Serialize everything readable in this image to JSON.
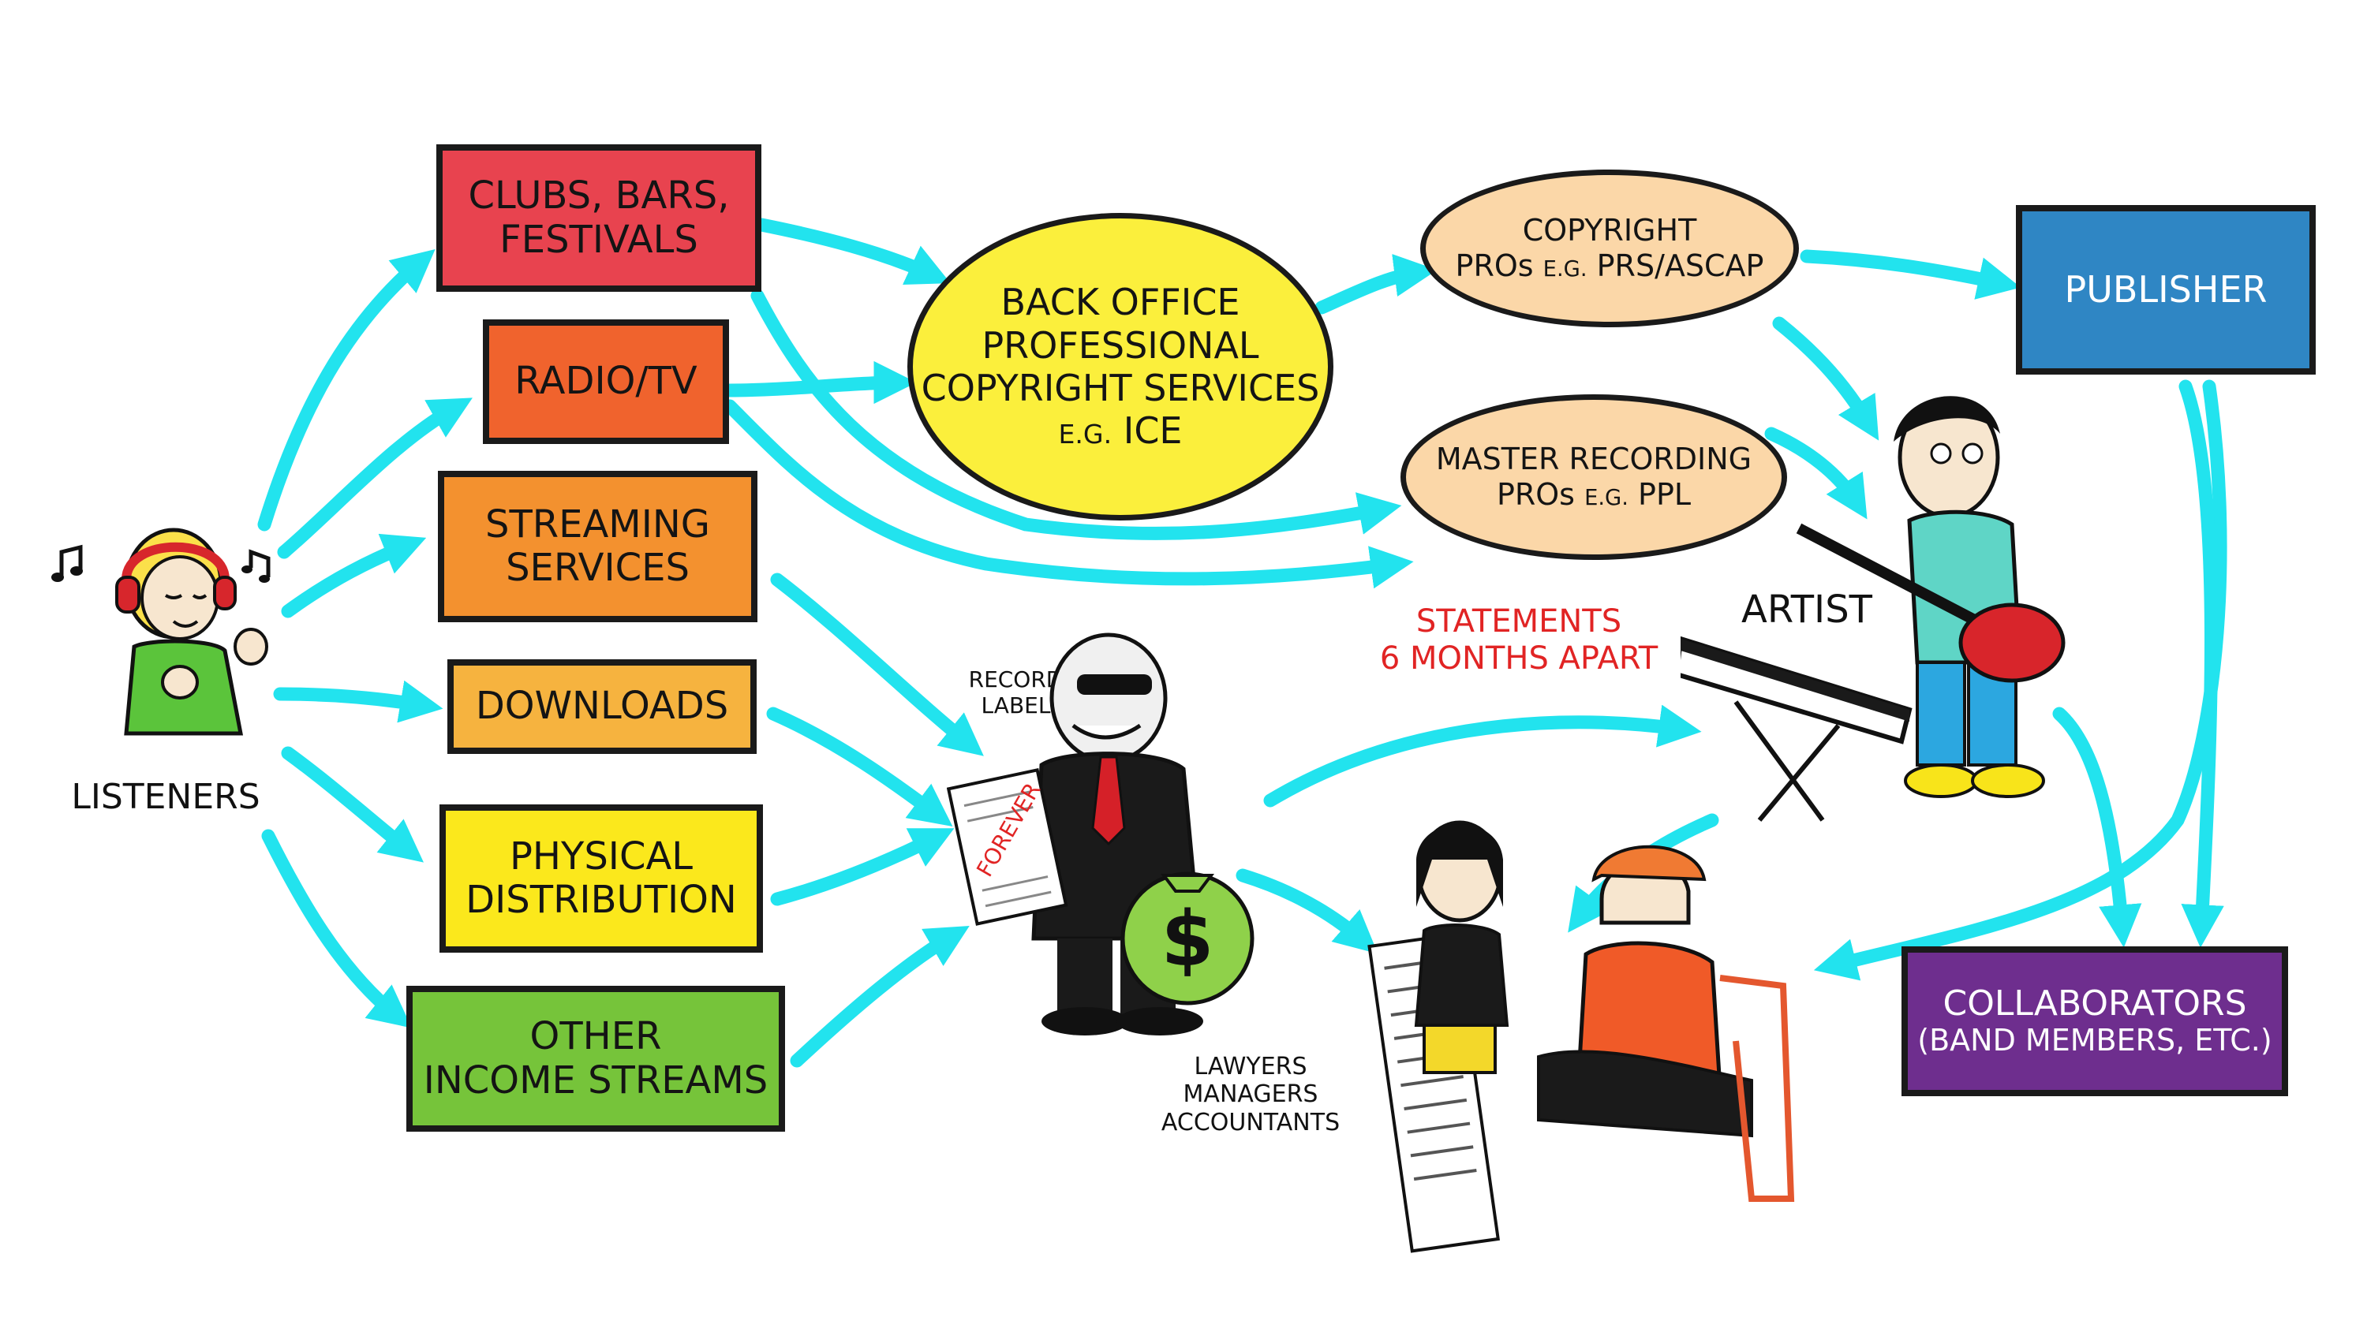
{
  "colors": {
    "arrow": "#22e3ee",
    "clubs": "#e8434f",
    "radio": "#f0632d",
    "streaming": "#f3912f",
    "downloads": "#f6b33f",
    "physical": "#fbe81c",
    "other": "#76c43a",
    "back_office": "#fbef3c",
    "pro_oval": "#fbd7a8",
    "publisher": "#2f86c4",
    "collaborators": "#6e2e8e",
    "statements": "#e12424"
  },
  "listeners": {
    "label": "LISTENERS"
  },
  "sources": [
    {
      "key": "clubs",
      "line1": "CLUBS, BARS,",
      "line2": "FESTIVALS"
    },
    {
      "key": "radio",
      "line1": "RADIO/TV",
      "line2": ""
    },
    {
      "key": "streaming",
      "line1": "STREAMING",
      "line2": "SERVICES"
    },
    {
      "key": "downloads",
      "line1": "DOWNLOADS",
      "line2": ""
    },
    {
      "key": "physical",
      "line1": "PHYSICAL",
      "line2": "DISTRIBUTION"
    },
    {
      "key": "other",
      "line1": "OTHER",
      "line2": "INCOME STREAMS"
    }
  ],
  "back_office": {
    "line1": "BACK OFFICE",
    "line2": "PROFESSIONAL",
    "line3": "COPYRIGHT SERVICES",
    "eg": "E.G.",
    "name": "ICE"
  },
  "copyright_pros": {
    "line1": "COPYRIGHT",
    "pros": "PROs",
    "eg": "E.G.",
    "names": "PRS/ASCAP"
  },
  "master_pros": {
    "line1": "MASTER RECORDING",
    "pros": "PROs",
    "eg": "E.G.",
    "names": "PPL"
  },
  "record_label": {
    "line1": "RECORD",
    "line2": "LABEL",
    "contract": "FOREVER"
  },
  "statements": {
    "line1": "STATEMENTS",
    "line2": "6 MONTHS APART"
  },
  "artist": {
    "label": "ARTIST"
  },
  "publisher": {
    "label": "PUBLISHER"
  },
  "collaborators": {
    "line1": "COLLABORATORS",
    "line2": "(BAND MEMBERS, ETC.)"
  },
  "intermediaries": {
    "line1": "LAWYERS",
    "line2": "MANAGERS",
    "line3": "ACCOUNTANTS"
  },
  "icons": [
    "music-note-icon",
    "headphones-icon",
    "dollar-bag-icon",
    "keyboard-icon",
    "guitar-icon"
  ]
}
